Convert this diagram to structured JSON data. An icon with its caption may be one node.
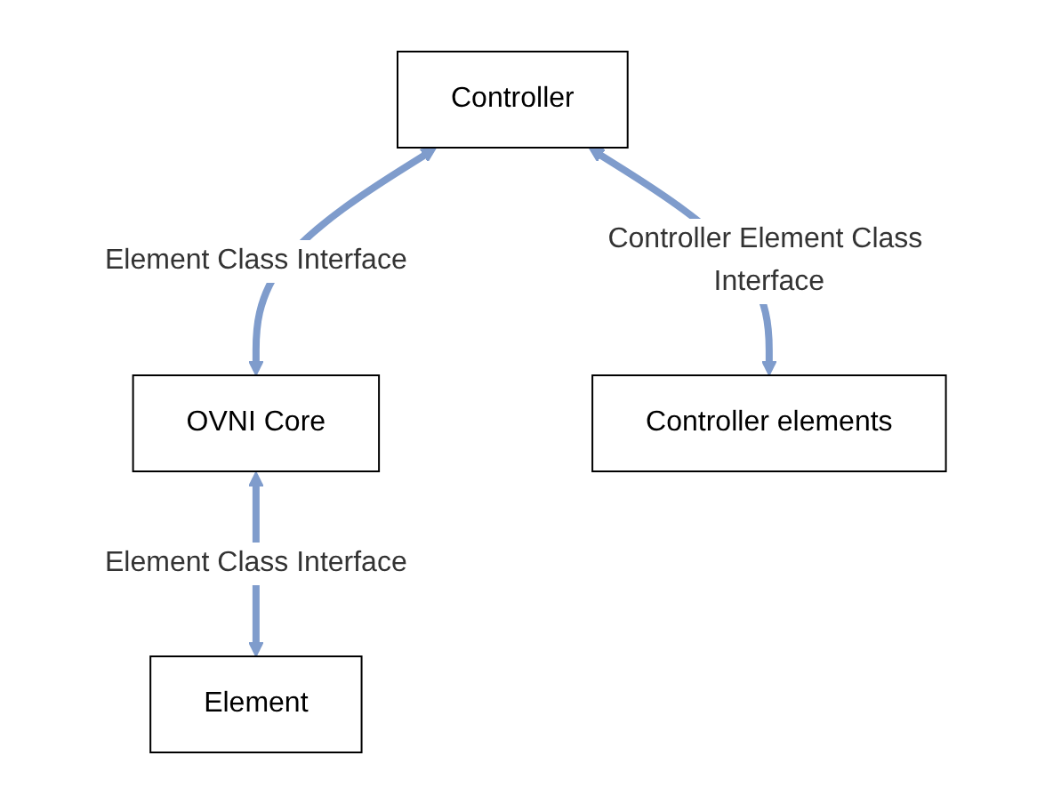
{
  "diagram": {
    "nodes": [
      {
        "text": [
          "Controller"
        ]
      },
      {
        "text": [
          "OVNI Core"
        ]
      },
      {
        "text": [
          "Controller elements"
        ]
      },
      {
        "text": [
          "Element"
        ]
      }
    ],
    "edges": [
      {
        "from": 0,
        "to": 1,
        "arrow": "both",
        "label": "Element Class Interface"
      },
      {
        "from": 0,
        "to": 2,
        "arrow": "both",
        "label": "Controller Element Class Interface"
      },
      {
        "from": 1,
        "to": 3,
        "arrow": "both",
        "label": "Element Class Interface"
      }
    ]
  }
}
